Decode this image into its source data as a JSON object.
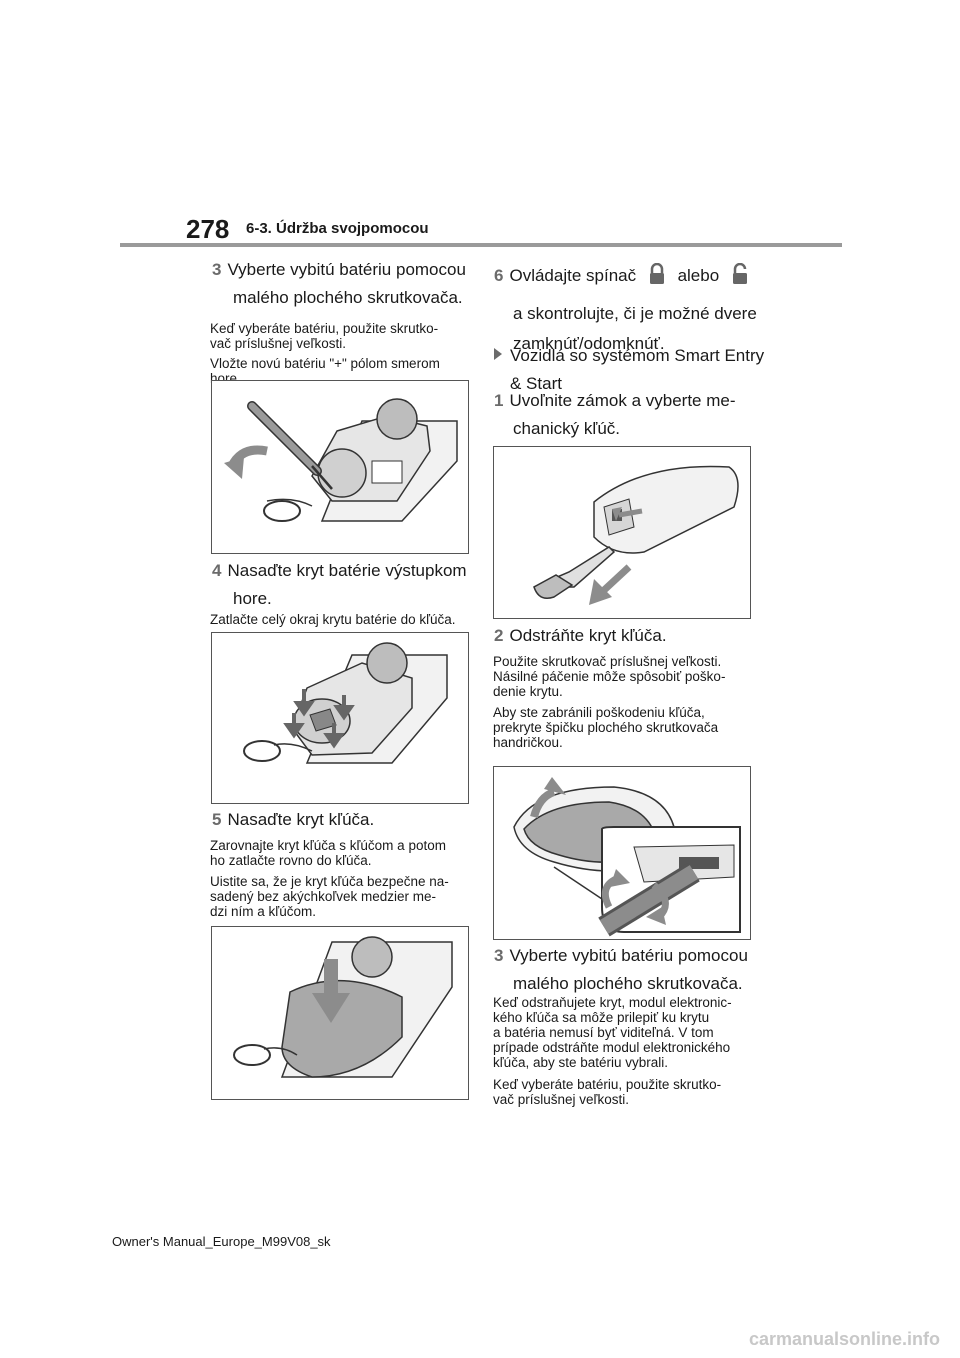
{
  "header": {
    "page_number": "278",
    "chapter": "6-3. Údržba svojpomocou"
  },
  "left": {
    "s3": {
      "num": "3",
      "line1": "Vyberte vybitú batériu pomocou",
      "line2": "malého plochého skrutkovača."
    },
    "s3_note1a": "Keď vyberáte batériu, použite skrutko-",
    "s3_note1b": "vač príslušnej veľkosti.",
    "s3_note2a": "Vložte novú batériu \"+\" pólom smerom",
    "s3_note2b": "hore.",
    "s4": {
      "num": "4",
      "line1": "Nasaďte kryt batérie výstupkom",
      "line2": "hore."
    },
    "s4_note": "Zatlačte celý okraj krytu batérie do kľúča.",
    "s5": {
      "num": "5",
      "line1": "Nasaďte kryt kľúča."
    },
    "s5_note1a": "Zarovnajte kryt kľúča s kľúčom a potom",
    "s5_note1b": "ho zatlačte rovno do kľúča.",
    "s5_note2a": "Uistite sa, že je kryt kľúča bezpečne na-",
    "s5_note2b": "sadený bez akýchkoľvek medzier me-",
    "s5_note2c": "dzi ním a kľúčom."
  },
  "right": {
    "s6": {
      "num": "6",
      "a": "Ovládajte spínač",
      "b": "alebo",
      "line2": "a skontrolujte, či je možné dvere",
      "line3": "zamknúť/odomknúť."
    },
    "section_line1": "Vozidlá so systémom Smart Entry",
    "section_line2": "& Start",
    "r1": {
      "num": "1",
      "line1": "Uvoľnite zámok a vyberte me-",
      "line2": "chanický kľúč."
    },
    "r2": {
      "num": "2",
      "line1": "Odstráňte kryt kľúča."
    },
    "r2_note1a": "Použite skrutkovač príslušnej veľkosti.",
    "r2_note1b": "Násilné páčenie môže spôsobiť poško-",
    "r2_note1c": "denie krytu.",
    "r2_note2a": "Aby ste zabránili poškodeniu kľúča,",
    "r2_note2b": "prekryte špičku plochého skrutkovača",
    "r2_note2c": "handričkou.",
    "r3": {
      "num": "3",
      "line1": "Vyberte vybitú batériu pomocou",
      "line2": "malého plochého skrutkovača."
    },
    "r3_note1a": "Keď odstraňujete kryt, modul elektronic-",
    "r3_note1b": "kého kľúča sa môže prilepiť ku krytu",
    "r3_note1c": "a batéria nemusí byť viditeľná. V tom",
    "r3_note1d": "prípade odstráňte modul elektronického",
    "r3_note1e": "kľúča, aby ste batériu vybrali.",
    "r3_note2a": "Keď vyberáte batériu, použite skrutko-",
    "r3_note2b": "vač príslušnej veľkosti."
  },
  "footer": {
    "text": "Owner's Manual_Europe_M99V08_sk"
  },
  "watermark": "carmanualsonline.info",
  "colors": {
    "step_number": "#6b6b6b",
    "figure_gray": "#aaaaaa",
    "arrow_gray": "#8c8c8c"
  }
}
